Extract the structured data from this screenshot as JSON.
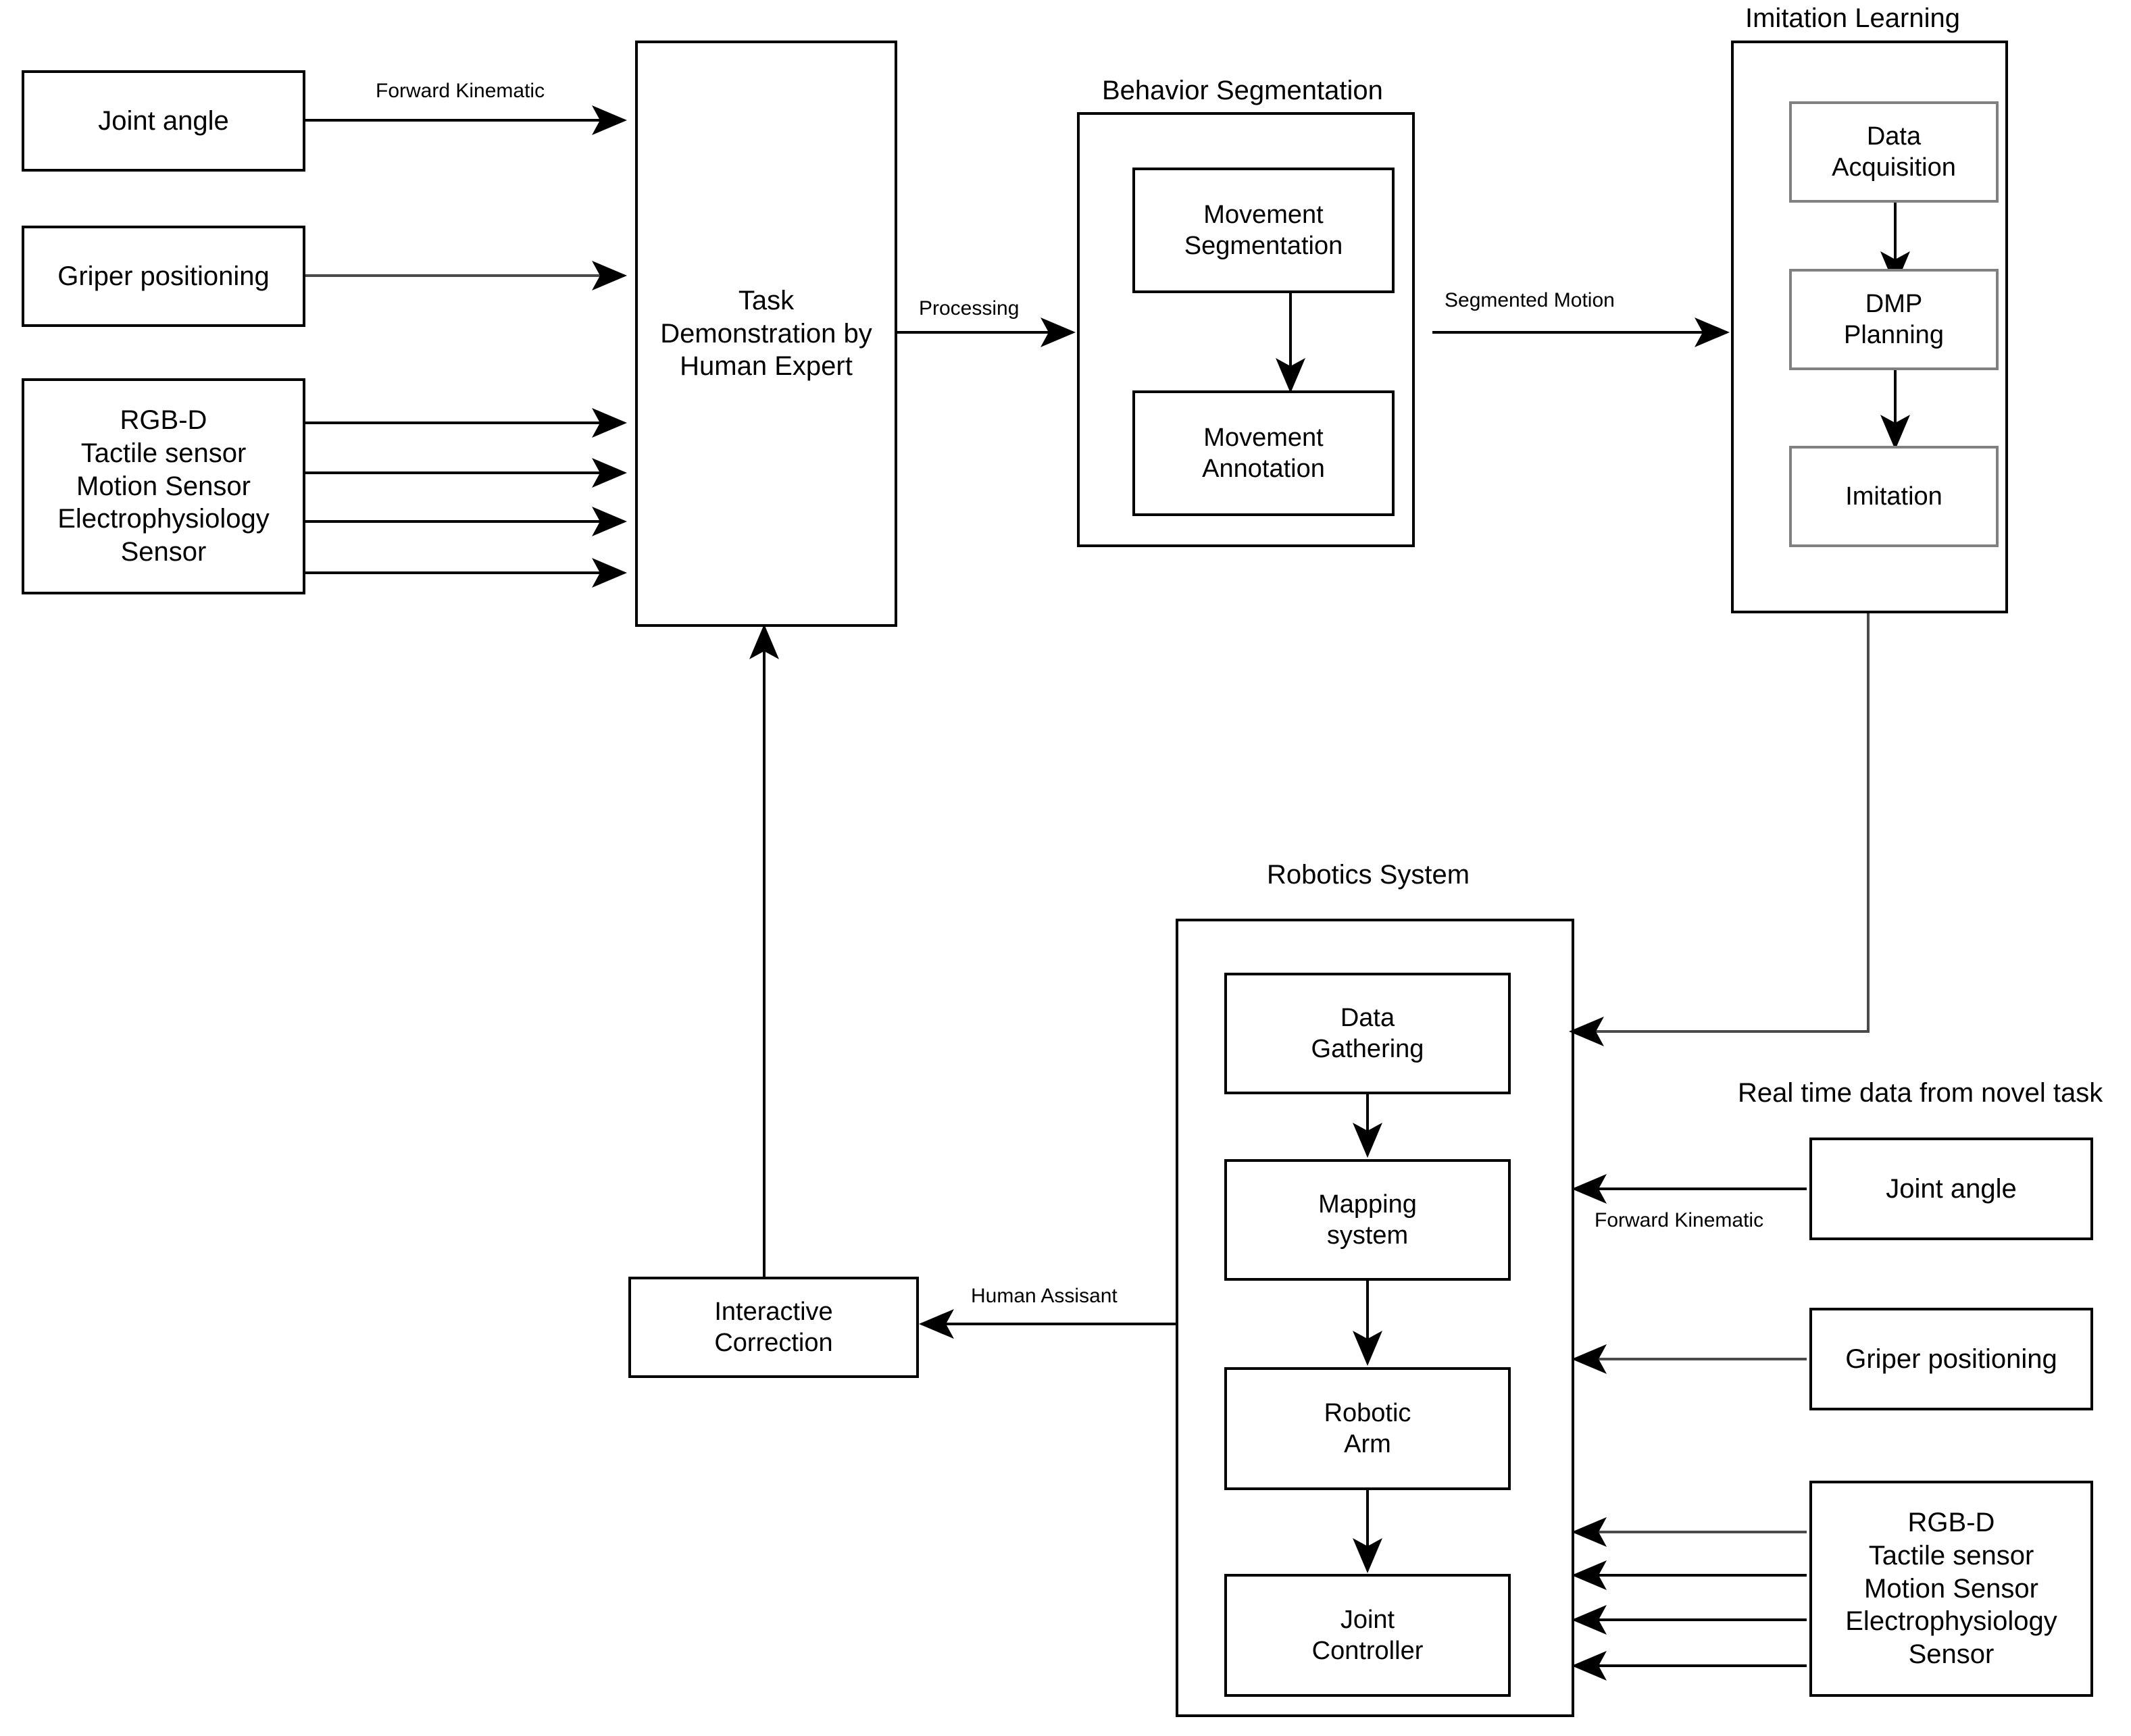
{
  "diagram": {
    "title_groups": {
      "behavior_segmentation": "Behavior Segmentation",
      "imitation_learning": "Imitation Learning",
      "robotics_system": "Robotics System",
      "real_time_data": "Real time data from novel task"
    },
    "nodes": {
      "joint_angle_left": "Joint angle",
      "griper_positioning_left": "Griper positioning",
      "sensor_stack_left": "RGB-D\nTactile sensor\nMotion Sensor\nElectrophysiology\nSensor",
      "task_demonstration": "Task\nDemonstration by\nHuman Expert",
      "movement_segmentation": "Movement\nSegmentation",
      "movement_annotation": "Movement\nAnnotation",
      "data_acquisition": "Data\nAcquisition",
      "dmp_planning": "DMP\nPlanning",
      "imitation": "Imitation",
      "data_gathering": "Data\nGathering",
      "mapping_system": "Mapping\nsystem",
      "robotic_arm": "Robotic\nArm",
      "joint_controller": "Joint\nController",
      "interactive_correction": "Interactive\nCorrection",
      "joint_angle_right": "Joint angle",
      "griper_positioning_right": "Griper positioning",
      "sensor_stack_right": "RGB-D\nTactile sensor\nMotion Sensor\nElectrophysiology\nSensor"
    },
    "edge_labels": {
      "forward_kinematic_top": "Forward Kinematic",
      "processing": "Processing",
      "segmented_motion": "Segmented Motion",
      "human_assisant": "Human Assisant",
      "forward_kinematic_bottom": "Forward Kinematic"
    },
    "colors": {
      "stroke": "#000000",
      "gray_stroke": "#808080",
      "background": "#ffffff",
      "text": "#000000"
    }
  }
}
